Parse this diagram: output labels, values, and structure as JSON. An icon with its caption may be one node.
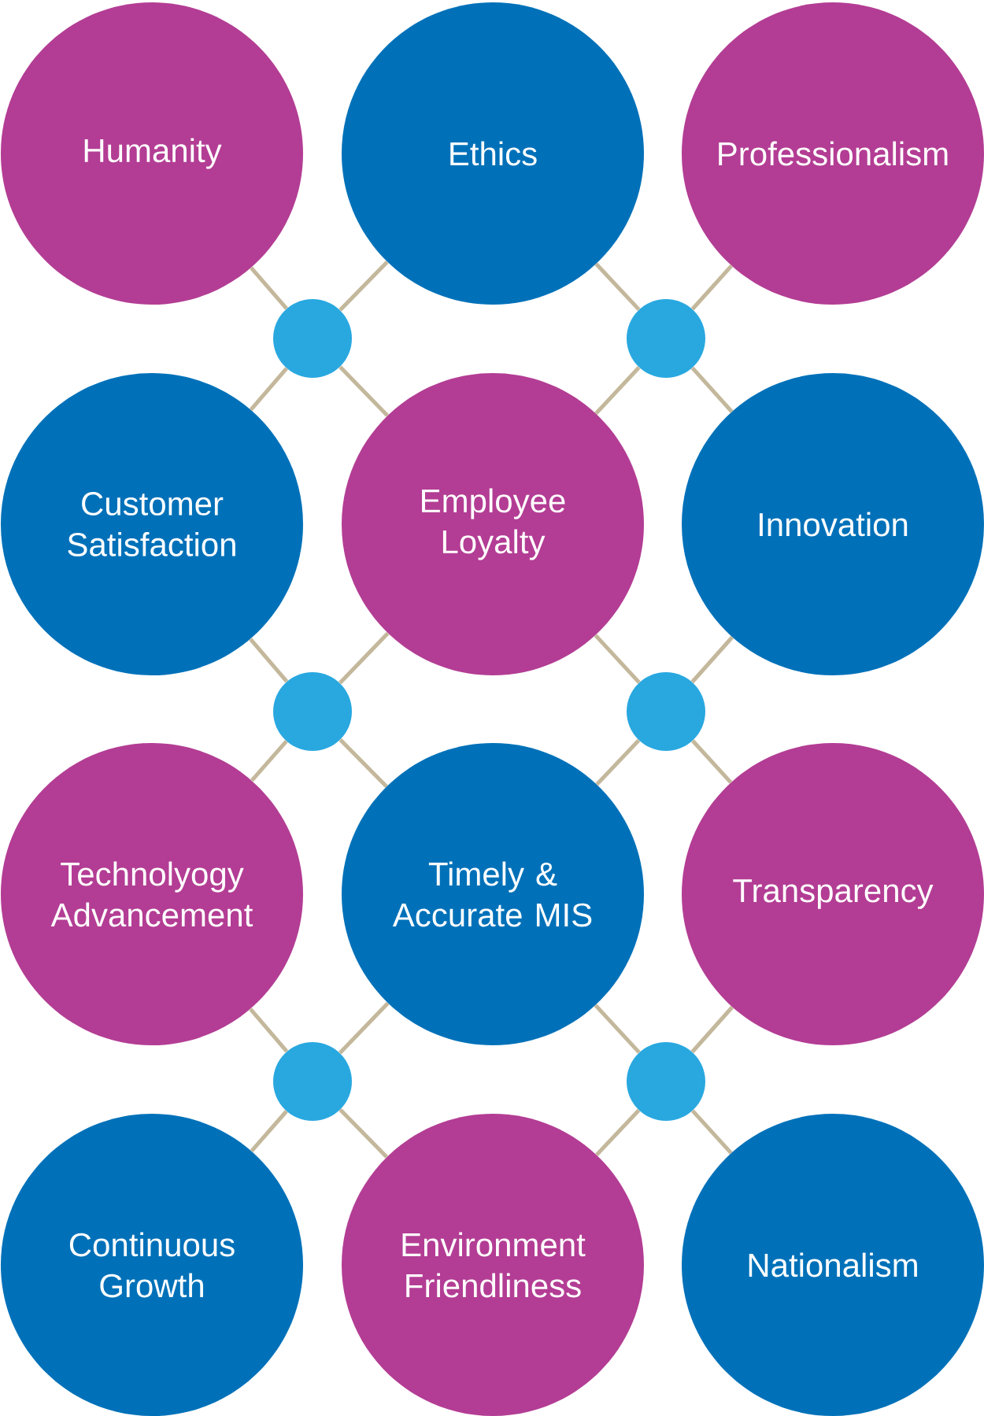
{
  "diagram": {
    "nodes": [
      {
        "text": [
          "Humanity"
        ]
      },
      {
        "text": [
          "Ethics"
        ]
      },
      {
        "text": [
          "Professionalism"
        ]
      },
      {
        "text": [],
        "shape": "circle"
      },
      {
        "text": [],
        "shape": "circle"
      },
      {
        "text": [
          "Customer Satisfaction"
        ]
      },
      {
        "text": [
          "Employee Loyalty"
        ]
      },
      {
        "text": [
          "Innovation"
        ]
      },
      {
        "text": [],
        "shape": "circle"
      },
      {
        "text": [],
        "shape": "circle"
      },
      {
        "text": [
          "Technolyogy Advancement"
        ]
      },
      {
        "text": [
          "Timely & Accurate MIS"
        ]
      },
      {
        "text": [
          "Transparency"
        ]
      },
      {
        "text": [],
        "shape": "circle"
      },
      {
        "text": [],
        "shape": "circle"
      },
      {
        "text": [
          "Continuous Growth"
        ]
      },
      {
        "text": [
          "Environment Friendliness"
        ]
      },
      {
        "text": [
          "Nationalism"
        ]
      }
    ],
    "edges": [
      {
        "from": 3,
        "to": 0,
        "arrow": "none"
      },
      {
        "from": 3,
        "to": 1,
        "arrow": "none"
      },
      {
        "from": 3,
        "to": 5,
        "arrow": "none"
      },
      {
        "from": 3,
        "to": 6,
        "arrow": "none"
      },
      {
        "from": 4,
        "to": 1,
        "arrow": "none"
      },
      {
        "from": 4,
        "to": 2,
        "arrow": "none"
      },
      {
        "from": 4,
        "to": 6,
        "arrow": "none"
      },
      {
        "from": 4,
        "to": 7,
        "arrow": "none"
      },
      {
        "from": 8,
        "to": 5,
        "arrow": "none"
      },
      {
        "from": 8,
        "to": 6,
        "arrow": "none"
      },
      {
        "from": 8,
        "to": 10,
        "arrow": "none"
      },
      {
        "from": 8,
        "to": 11,
        "arrow": "none"
      },
      {
        "from": 9,
        "to": 6,
        "arrow": "none"
      },
      {
        "from": 9,
        "to": 7,
        "arrow": "none"
      },
      {
        "from": 9,
        "to": 11,
        "arrow": "none"
      },
      {
        "from": 9,
        "to": 12,
        "arrow": "none"
      },
      {
        "from": 13,
        "to": 10,
        "arrow": "none"
      },
      {
        "from": 13,
        "to": 11,
        "arrow": "none"
      },
      {
        "from": 13,
        "to": 15,
        "arrow": "none"
      },
      {
        "from": 13,
        "to": 16,
        "arrow": "none"
      },
      {
        "from": 14,
        "to": 11,
        "arrow": "none"
      },
      {
        "from": 14,
        "to": 12,
        "arrow": "none"
      },
      {
        "from": 14,
        "to": 16,
        "arrow": "none"
      },
      {
        "from": 14,
        "to": 17,
        "arrow": "none"
      }
    ]
  }
}
